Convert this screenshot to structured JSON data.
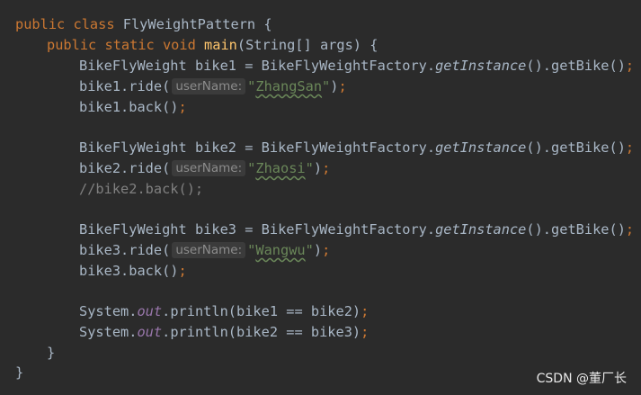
{
  "code": {
    "l1": {
      "kw1": "public",
      "kw2": "class",
      "name": "FlyWeightPattern",
      "open": "{"
    },
    "l2": {
      "kw1": "public",
      "kw2": "static",
      "kw3": "void",
      "fn": "main",
      "params": "(String[] args)",
      "open": "{"
    },
    "l3": {
      "type": "BikeFlyWeight",
      "var": "bike1",
      "eq": "=",
      "cls": "BikeFlyWeightFactory.",
      "call": "getInstance",
      "rest": "().getBike()",
      "semi": ";"
    },
    "l4": {
      "head": "bike1.ride(",
      "hint": "userName:",
      "q1": "\"",
      "val": "ZhangSan",
      "q2": "\"",
      "close": ")",
      "semi": ";"
    },
    "l5": {
      "code": "bike1.back()",
      "semi": ";"
    },
    "l7": {
      "type": "BikeFlyWeight",
      "var": "bike2",
      "eq": "=",
      "cls": "BikeFlyWeightFactory.",
      "call": "getInstance",
      "rest": "().getBike()",
      "semi": ";"
    },
    "l8": {
      "head": "bike2.ride(",
      "hint": "userName:",
      "q1": "\"",
      "val": "Zhaosi",
      "q2": "\"",
      "close": ")",
      "semi": ";"
    },
    "l9": {
      "comment": "//bike2.back();"
    },
    "l11": {
      "type": "BikeFlyWeight",
      "var": "bike3",
      "eq": "=",
      "cls": "BikeFlyWeightFactory.",
      "call": "getInstance",
      "rest": "().getBike()",
      "semi": ";"
    },
    "l12": {
      "head": "bike3.ride(",
      "hint": "userName:",
      "q1": "\"",
      "val": "Wangwu",
      "q2": "\"",
      "close": ")",
      "semi": ";"
    },
    "l13": {
      "code": "bike3.back()",
      "semi": ";"
    },
    "l15": {
      "head": "System.",
      "field": "out",
      "rest": ".println(bike1 == bike2)",
      "semi": ";"
    },
    "l16": {
      "head": "System.",
      "field": "out",
      "rest": ".println(bike2 == bike3)",
      "semi": ";"
    },
    "l17": {
      "close": "}"
    },
    "l18": {
      "close": "}"
    }
  },
  "watermark": "CSDN @董厂长",
  "colors": {
    "background": "#2b2b2b",
    "keyword": "#cc7832",
    "function": "#ffc66d",
    "string": "#6a8759",
    "field": "#9876aa",
    "comment": "#808080",
    "default": "#a9b7c6"
  }
}
